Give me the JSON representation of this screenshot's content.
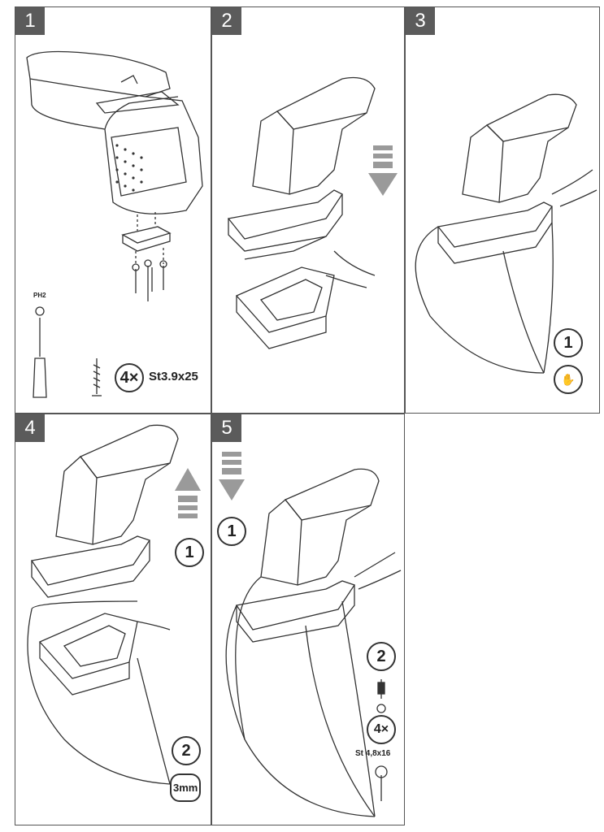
{
  "steps": [
    {
      "number": "1"
    },
    {
      "number": "2"
    },
    {
      "number": "3"
    },
    {
      "number": "4"
    },
    {
      "number": "5"
    }
  ],
  "step1": {
    "driver_label": "PH2",
    "screw_count": "4×",
    "screw_spec": "St3.9x25"
  },
  "step3": {
    "substep": "1"
  },
  "step4": {
    "substep_1": "1",
    "substep_2": "2",
    "hex_size": "3mm"
  },
  "step5": {
    "substep_1": "1",
    "substep_2": "2",
    "screw_count": "4×",
    "screw_spec": "St 4,8x16"
  },
  "colors": {
    "frame": "#555555",
    "badge": "#5b5b5b",
    "line": "#333333",
    "arrow": "#9a9a9a"
  }
}
